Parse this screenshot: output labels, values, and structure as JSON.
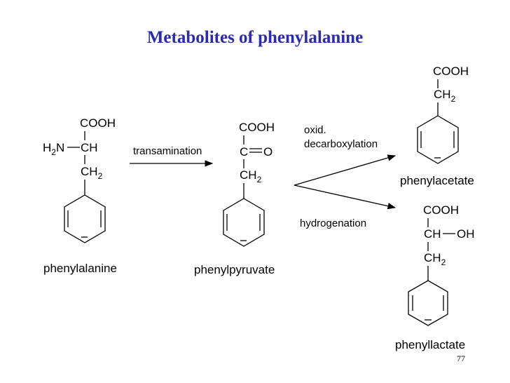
{
  "title": "Metabolites of phenylalanine",
  "page_number": "77",
  "groups": {
    "cooh": "COOH",
    "ch": "CH",
    "ch2_base": "CH",
    "sub2": "2",
    "h2n_h": "H",
    "h2n_n": "N",
    "c": "C",
    "o": "O",
    "oh": "OH"
  },
  "compounds": {
    "phenylalanine": "phenylalanine",
    "phenylpyruvate": "phenylpyruvate",
    "phenylacetate": "phenylacetate",
    "phenyllactate": "phenyllactate"
  },
  "reactions": {
    "transamination": "transamination",
    "oxid": "oxid.",
    "decarboxylation": "decarboxylation",
    "hydrogenation": "hydrogenation"
  }
}
